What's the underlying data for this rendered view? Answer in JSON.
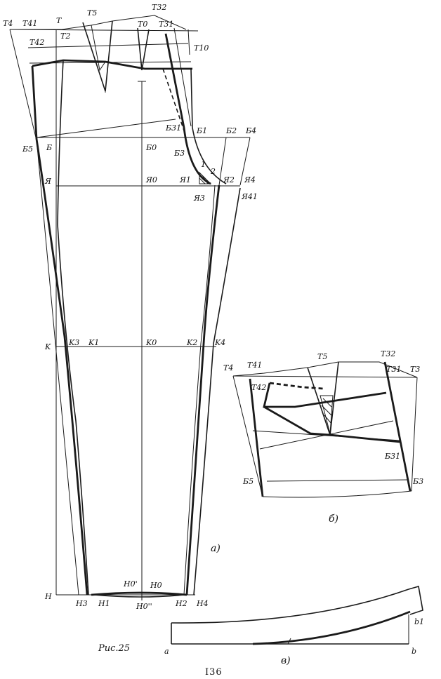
{
  "figure": {
    "caption": "Рис.25",
    "page_number": "I36",
    "panel_labels": {
      "a": "а)",
      "b": "б)",
      "v": "в)"
    }
  },
  "labels": {
    "T4": "T4",
    "T41": "T41",
    "T": "T",
    "T5": "T5",
    "T32": "T32",
    "T2": "T2",
    "T0": "T0",
    "T31": "T31",
    "T42": "T42",
    "T10": "T10",
    "B31": "Б31",
    "B1": "Б1",
    "B2": "Б2",
    "B4": "Б4",
    "B5": "Б5",
    "B": "Б",
    "B0": "Б0",
    "B3": "Б3",
    "Ya": "Я",
    "Ya0": "Я0",
    "Ya1": "Я1",
    "n1": "1",
    "n2": "2",
    "Ya2": "Я2",
    "Ya4": "Я4",
    "Ya3": "Я3",
    "Ya41": "Я41",
    "K": "K",
    "K3": "K3",
    "K1": "K1",
    "K0": "K0",
    "K2": "K2",
    "K4": "K4",
    "H0p": "H0'",
    "H0": "H0",
    "H": "H",
    "H3": "H3",
    "H1": "H1",
    "H0pp": "H0''",
    "H2": "H2",
    "H4": "H4"
  },
  "inset_b": {
    "T4": "T4",
    "T41": "T41",
    "T5": "T5",
    "T32": "T32",
    "T31": "T31",
    "T3": "T3",
    "T42": "T42",
    "B31": "Б31",
    "B5": "Б5",
    "B3": "Б3"
  },
  "inset_v": {
    "a": "a",
    "b1": "b1",
    "b": "b"
  }
}
